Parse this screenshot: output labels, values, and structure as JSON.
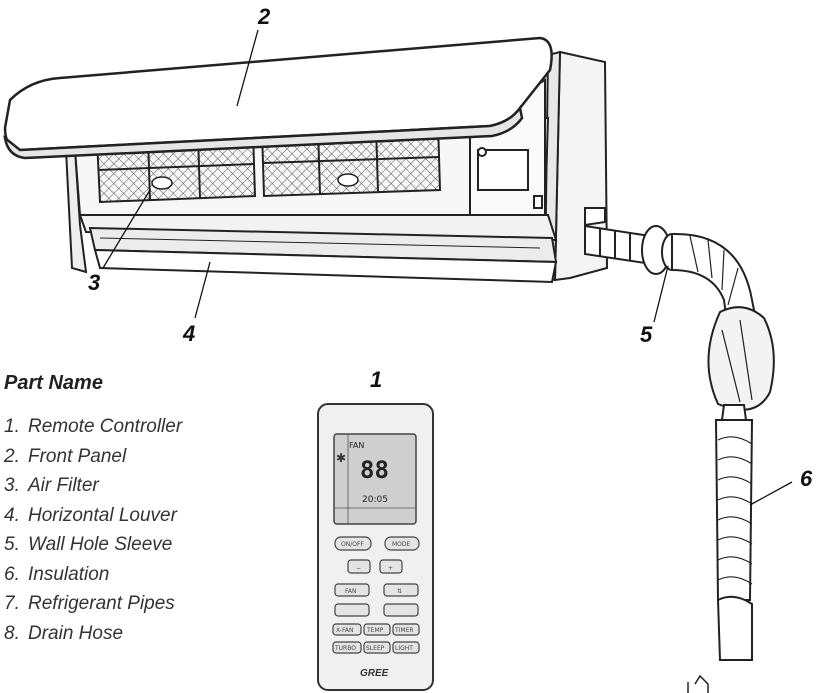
{
  "callouts": {
    "front_panel": "2",
    "air_filter": "3",
    "horizontal_louver": "4",
    "wall_hole_sleeve": "5",
    "remote_controller": "1",
    "insulation": "6"
  },
  "legend": {
    "title": "Part Name",
    "items": [
      {
        "num": "1.",
        "label": "Remote Controller"
      },
      {
        "num": "2.",
        "label": "Front Panel"
      },
      {
        "num": "3.",
        "label": "Air Filter"
      },
      {
        "num": "4.",
        "label": "Horizontal Louver"
      },
      {
        "num": "5.",
        "label": "Wall Hole Sleeve"
      },
      {
        "num": "6.",
        "label": "Insulation"
      },
      {
        "num": "7.",
        "label": "Refrigerant Pipes"
      },
      {
        "num": "8.",
        "label": "Drain Hose"
      }
    ]
  },
  "remote": {
    "brand": "GREE",
    "display": {
      "mode_text": "FAN",
      "temp": "88",
      "time": "20:05"
    },
    "buttons": {
      "on_off": "ON/OFF",
      "mode": "MODE",
      "minus": "−",
      "plus": "+",
      "fan": "FAN",
      "swing": "⇅",
      "xfan": "X-FAN",
      "temp": "TEMP",
      "timer": "TIMER",
      "turbo": "TURBO",
      "sleep": "SLEEP",
      "light": "LIGHT"
    }
  }
}
